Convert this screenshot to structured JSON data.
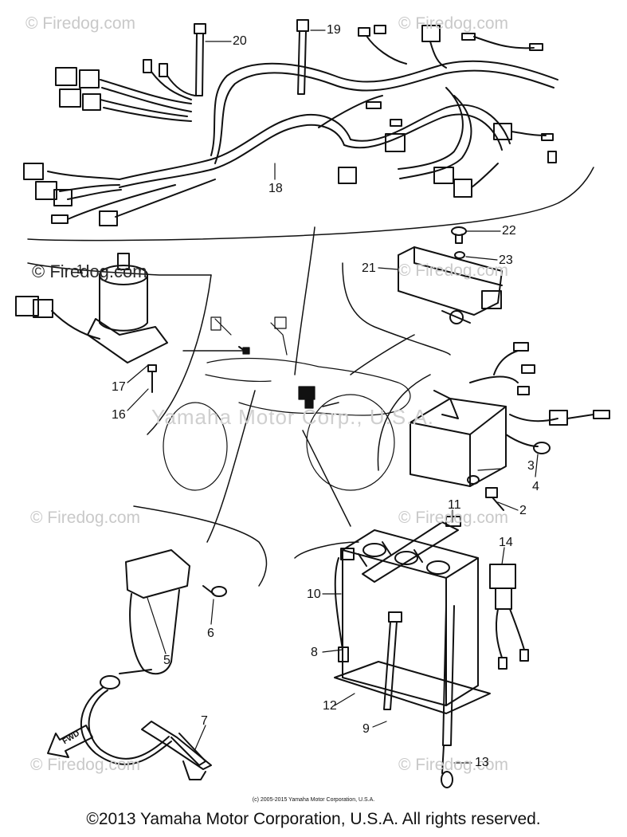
{
  "watermarks": {
    "top_left": "© Firedog.com",
    "top_right": "© Firedog.com",
    "mid_left": "© Firedog.com",
    "mid_right": "© Firedog.com",
    "center": "Yamaha Motor Corp., U.S.A.",
    "lower_left": "© Firedog.com",
    "lower_right": "© Firedog.com",
    "bottom_left": "© Firedog.com",
    "bottom_right": "© Firedog.com"
  },
  "part_numbers": {
    "p1": "1",
    "p2": "2",
    "p3": "3",
    "p4": "4",
    "p5": "5",
    "p6": "6",
    "p7": "7",
    "p8": "8",
    "p9": "9",
    "p10": "10",
    "p11": "11",
    "p12": "12",
    "p13": "13",
    "p14": "14",
    "p16": "16",
    "p17": "17",
    "p18": "18",
    "p19": "19",
    "p20": "20",
    "p21": "21",
    "p22": "22",
    "p23": "23"
  },
  "fwd_label": "FWD",
  "copyright_small": "(c) 2005-2015 Yamaha Motor Corporation, U.S.A.",
  "copyright_main": "©2013 Yamaha Motor Corporation, U.S.A. All rights reserved."
}
